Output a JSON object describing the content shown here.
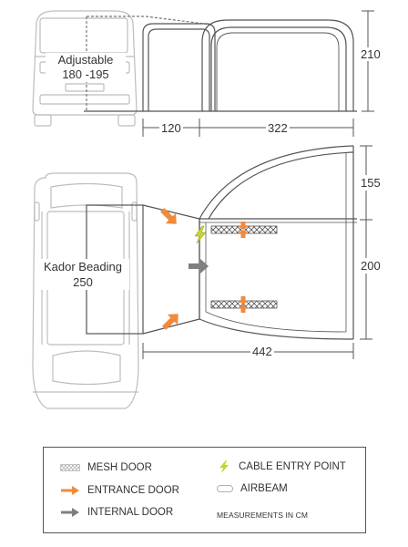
{
  "labels": {
    "adjustable_line1": "Adjustable",
    "adjustable_line2": "180 -195",
    "kador_line1": "Kador Beading",
    "kador_line2": "250"
  },
  "dimensions": {
    "height_side": "210",
    "length_short": "120",
    "length_long": "322",
    "depth_top": "155",
    "depth_main": "200",
    "total_length": "442"
  },
  "legend": {
    "mesh_door": "MESH DOOR",
    "entrance_door": "ENTRANCE DOOR",
    "internal_door": "INTERNAL DOOR",
    "cable_entry": "CABLE ENTRY POINT",
    "airbeam": "AIRBEAM",
    "measurements_note": "MEASUREMENTS IN CM"
  },
  "colors": {
    "entrance_arrow": "#f08a3c",
    "internal_arrow": "#7f7f7f",
    "cable_bolt": "#c8d42a",
    "line": "#555555",
    "vehicle": "#bfbfbf"
  },
  "icons": {
    "mesh": "mesh-door-icon",
    "entrance": "entrance-door-arrow-icon",
    "internal": "internal-door-arrow-icon",
    "cable": "cable-entry-bolt-icon",
    "airbeam": "airbeam-icon"
  }
}
